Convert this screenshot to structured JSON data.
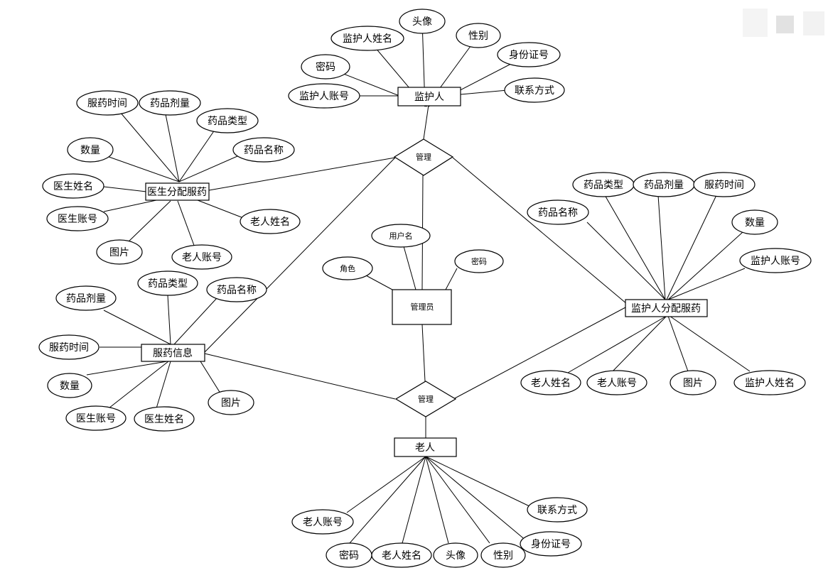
{
  "entities": {
    "guardian": "监护人",
    "elderly": "老人",
    "admin": "管理员",
    "doctor_assign": "医生分配服药",
    "med_info": "服药信息",
    "guardian_assign": "监护人分配服药"
  },
  "relationships": {
    "manage_top": "管理",
    "manage_bottom": "管理"
  },
  "attributes": {
    "guardian": {
      "avatar": "头像",
      "name": "监护人姓名",
      "gender": "性别",
      "password": "密码",
      "id_card": "身份证号",
      "account": "监护人账号",
      "contact": "联系方式"
    },
    "doctor_assign": {
      "med_time": "服药时间",
      "dosage": "药品剂量",
      "med_type": "药品类型",
      "quantity": "数量",
      "med_name": "药品名称",
      "doctor_name": "医生姓名",
      "doctor_account": "医生账号",
      "elder_name": "老人姓名",
      "picture": "图片",
      "elder_account": "老人账号"
    },
    "admin": {
      "username": "用户名",
      "role": "角色",
      "password": "密码"
    },
    "guardian_assign": {
      "med_type": "药品类型",
      "dosage": "药品剂量",
      "med_time": "服药时间",
      "med_name": "药品名称",
      "quantity": "数量",
      "guardian_account": "监护人账号",
      "elder_name": "老人姓名",
      "elder_account": "老人账号",
      "picture": "图片",
      "guardian_name": "监护人姓名"
    },
    "med_info": {
      "med_type": "药品类型",
      "med_name": "药品名称",
      "dosage": "药品剂量",
      "med_time": "服药时间",
      "quantity": "数量",
      "picture": "图片",
      "doctor_account": "医生账号",
      "doctor_name": "医生姓名"
    },
    "elderly": {
      "account": "老人账号",
      "contact": "联系方式",
      "id_card": "身份证号",
      "password": "密码",
      "name": "老人姓名",
      "avatar": "头像",
      "gender": "性别"
    }
  }
}
